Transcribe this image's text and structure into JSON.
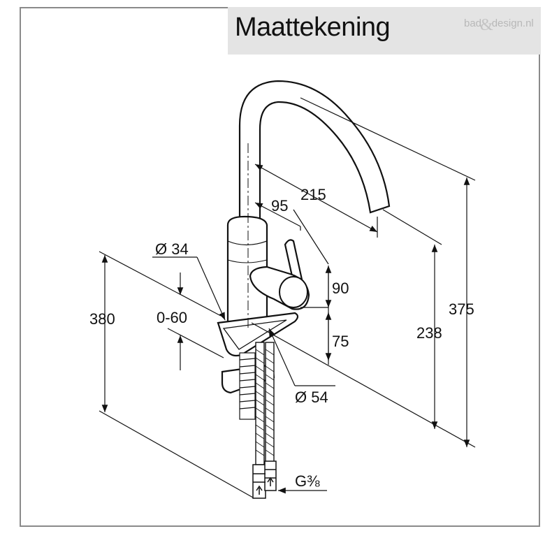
{
  "title": "Maattekening",
  "logo": {
    "left": "bad",
    "amp": "&",
    "right": "design.nl"
  },
  "dimensions": {
    "total_height": "375",
    "spout_height": "238",
    "under_counter": "380",
    "reach": "215",
    "handle_offset": "95",
    "body_diameter": "Ø 34",
    "base_diameter": "Ø 54",
    "counter_thickness": "0-60",
    "handle_height": "90",
    "base_to_handle": "75",
    "connection": "G⅜"
  }
}
